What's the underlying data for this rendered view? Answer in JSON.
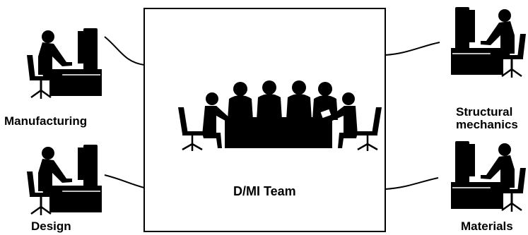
{
  "team": {
    "label": "D/MI Team"
  },
  "stations": {
    "manufacturing": {
      "label": "Manufacturing"
    },
    "design": {
      "label": "Design"
    },
    "structural": {
      "label_line1": "Structural",
      "label_line2": "mechanics"
    },
    "materials": {
      "label": "Materials"
    }
  },
  "colors": {
    "ink": "#000000",
    "paper": "#ffffff"
  }
}
